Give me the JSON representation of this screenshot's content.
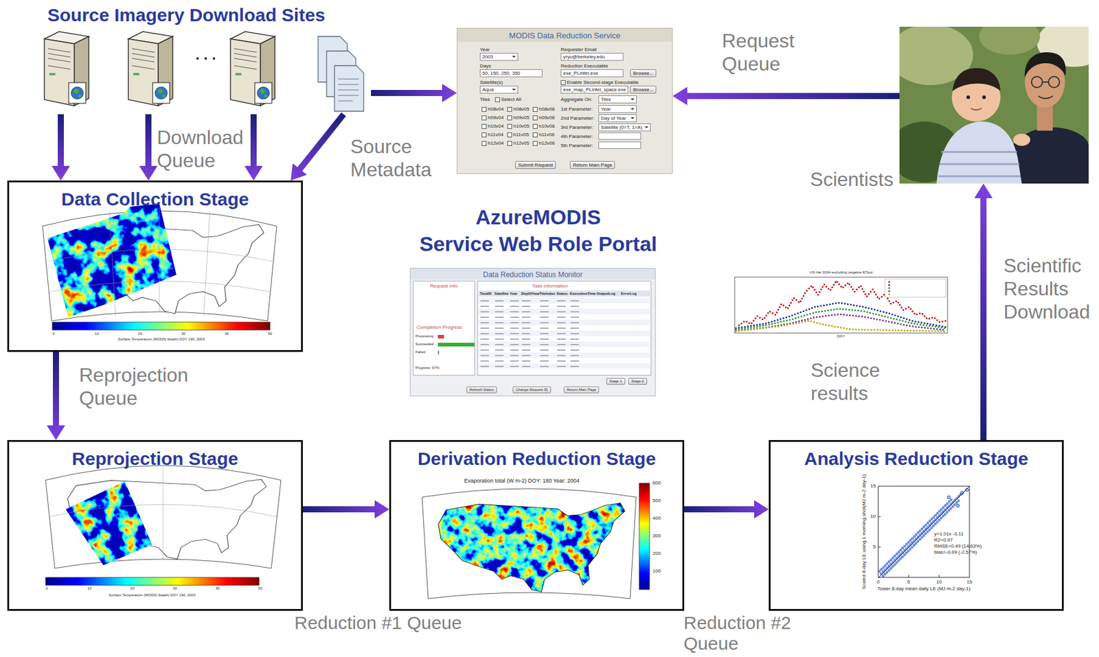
{
  "diagram": {
    "title": "AzureMODIS Service Web Role Portal",
    "nodes": [
      {
        "text": [
          "Source Imagery Download Sites"
        ]
      },
      {
        "text": [
          "MODIS Data Reduction Service",
          "Year",
          "2003",
          "Requester Email",
          "yryu@berkeley.edu",
          "Days",
          "50, 150, 250, 350",
          "Reduction Executable",
          "exe_PLinfet.exe",
          "Browse...",
          "Satellite(s)",
          "Enable Second-stage Executable",
          "Aqua",
          "exe_map_PLinfet_space.exe",
          "Browse...",
          "Tiles",
          "Select All",
          "Aggregate On:",
          "Tiles",
          "h08v04",
          "h08v05",
          "h08v06",
          "h09v04",
          "h09v05",
          "h09v06",
          "h10v04",
          "h10v05",
          "h10v06",
          "h11v04",
          "h11v05",
          "h11v06",
          "h12v04",
          "h12v05",
          "h12v06",
          "1st Parameter:",
          "Year",
          "2nd Parameter:",
          "Day of Year",
          "3rd Parameter:",
          "Satellite (0=T, 1=A)",
          "4th Parameter:",
          "5th Parameter:",
          "Submit Request",
          "Return Main Page"
        ]
      },
      {
        "text": [
          "Scientists"
        ]
      },
      {
        "text": [
          "Data Collection Stage"
        ]
      },
      {
        "text": [
          "Data Reduction Status Monitor",
          "Request Info",
          "Task Information",
          "TaskID",
          "Satellite",
          "Year",
          "DayOfYear",
          "TileIndex",
          "Status",
          "ExecutionTime",
          "OutputLog",
          "ErrorLog",
          "Completion Progress",
          "Processing",
          "Succeeded",
          "Failed",
          "Progress: 97%",
          "Refresh Status",
          "Change Request ID",
          "Return Main Page",
          "Stage 1",
          "Stage 2"
        ]
      },
      {
        "text": [
          "Reprojection Stage"
        ]
      },
      {
        "text": [
          "Derivation Reduction Stage"
        ]
      },
      {
        "text": [
          "Analysis Reduction Stage"
        ]
      }
    ],
    "edges": [
      {
        "from": 0,
        "to": 3,
        "arrow": "to"
      },
      {
        "from": 0,
        "to": 3,
        "label": "Download Queue",
        "arrow": "to"
      },
      {
        "from": 0,
        "to": 3,
        "arrow": "to"
      },
      {
        "from": 0,
        "to": 3,
        "label": "Source Metadata",
        "arrow": "to"
      },
      {
        "from": 0,
        "to": 1,
        "arrow": "to"
      },
      {
        "from": 2,
        "to": 1,
        "label": "Request Queue",
        "arrow": "to"
      },
      {
        "from": 3,
        "to": 5,
        "label": "Reprojection Queue",
        "arrow": "to"
      },
      {
        "from": 5,
        "to": 6,
        "label": "Reduction #1 Queue",
        "arrow": "to"
      },
      {
        "from": 6,
        "to": 7,
        "label": "Reduction #2 Queue",
        "arrow": "to"
      },
      {
        "from": 7,
        "to": 2,
        "label": "Scientific Results Download",
        "arrow": "to"
      }
    ],
    "labels": [
      "...",
      "Science results",
      "US-Var 2004 excluding negative ETpot",
      "DOY",
      "Surface Temperature (MODIS Swath) DOY 190, 2003",
      "0",
      "10",
      "20",
      "30",
      "40",
      "50",
      "Surface Temperature (MODIS Swath) DOY 190, 2003",
      "0",
      "10",
      "20",
      "30",
      "40",
      "50",
      "Evaporation total (W m-2) DOY: 180 Year: 2004",
      "600",
      "500",
      "400",
      "300",
      "200",
      "100",
      "y=1.01x -0.11",
      "R2=0.97",
      "RMSE=0.49 (14.63%)",
      "bias=-0.09 (-2.57%)",
      "0",
      "5",
      "10",
      "15",
      "5",
      "10",
      "15",
      "Tower 8-day mean daily LE (MJ m-2 day-1)",
      "Scaled 8-day LE using 1 morning shot(MJ m-2 day-1)"
    ]
  }
}
